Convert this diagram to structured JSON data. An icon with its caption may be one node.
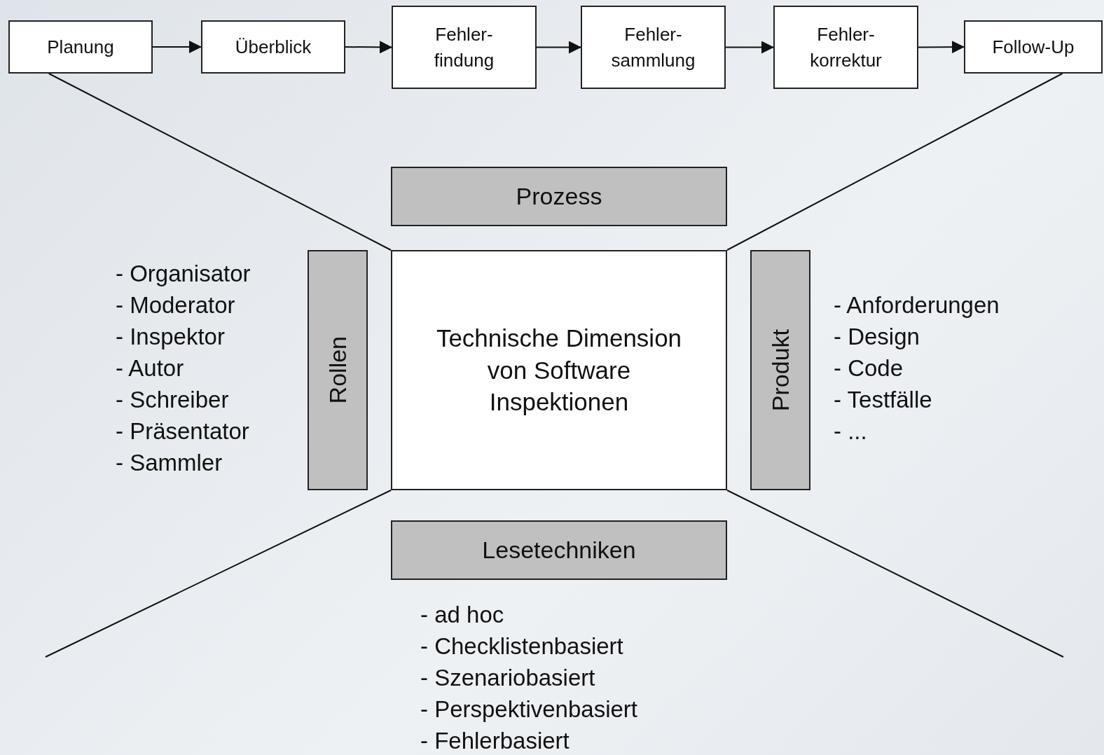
{
  "diagram": {
    "nodes": [
      {
        "text": [
          "Planung"
        ]
      },
      {
        "text": [
          "Überblick"
        ]
      },
      {
        "text": [
          "Fehler- findung"
        ]
      },
      {
        "text": [
          "Fehler- sammlung"
        ]
      },
      {
        "text": [
          "Fehler- korrektur"
        ]
      },
      {
        "text": [
          "Follow-Up"
        ]
      },
      {
        "text": [
          "Prozess"
        ]
      },
      {
        "text": [
          "Rollen"
        ],
        "beside": [
          "- Organisator",
          "- Moderator",
          "- Inspektor",
          "- Autor",
          "- Schreiber",
          "- Präsentator",
          "- Sammler"
        ]
      },
      {
        "text": [
          "Technische Dimension von Software Inspektionen"
        ]
      },
      {
        "text": [
          "Produkt"
        ],
        "beside": [
          "- Anforderungen",
          "- Design",
          "- Code",
          "- Testfälle",
          "- ..."
        ]
      },
      {
        "text": [
          "Lesetechniken"
        ],
        "beside": [
          "- ad hoc",
          "- Checklistenbasiert",
          "- Szenariobasiert",
          "- Perspektivenbasiert",
          "- Fehlerbasiert"
        ]
      }
    ],
    "edges": [
      {
        "from": 0,
        "to": 1,
        "arrow": "to"
      },
      {
        "from": 1,
        "to": 2,
        "arrow": "to"
      },
      {
        "from": 2,
        "to": 3,
        "arrow": "to"
      },
      {
        "from": 3,
        "to": 4,
        "arrow": "to"
      },
      {
        "from": 4,
        "to": 5,
        "arrow": "to"
      },
      {
        "from": 0,
        "to": 8,
        "arrow": "none"
      },
      {
        "from": 5,
        "to": 8,
        "arrow": "none"
      },
      {
        "from": 8,
        "to": null,
        "arrow": "none"
      },
      {
        "from": 8,
        "to": null,
        "arrow": "none"
      }
    ]
  }
}
